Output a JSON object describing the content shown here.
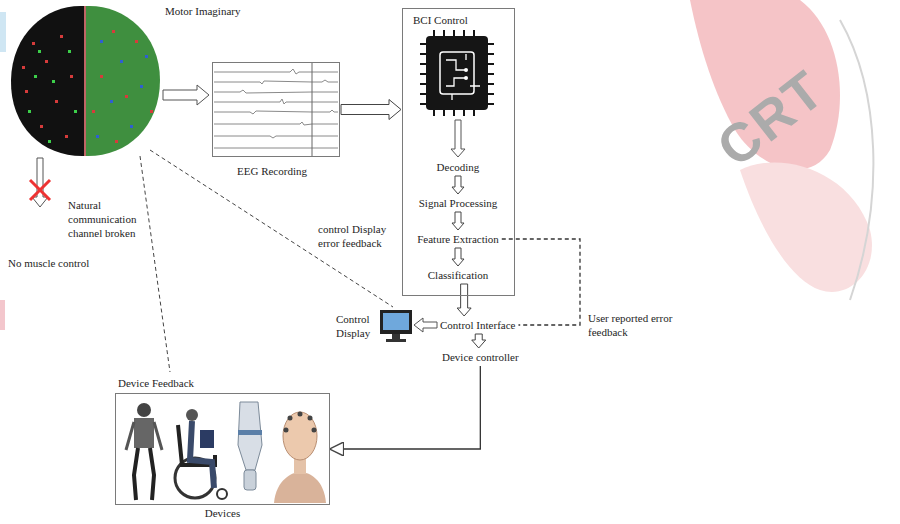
{
  "diagram": {
    "nodes": [
      {
        "text": [
          "EEG Recording"
        ]
      },
      {
        "text": [
          "BCI Control"
        ]
      },
      {
        "text": [
          "Decoding"
        ],
        "in": 1
      },
      {
        "text": [
          "Signal Processing"
        ],
        "in": 1
      },
      {
        "text": [
          "Feature Extraction"
        ],
        "in": 1
      },
      {
        "text": [
          "Classification"
        ],
        "in": 1
      },
      {
        "text": [
          "Control Interface"
        ]
      },
      {
        "text": [
          "Device controller"
        ]
      },
      {
        "text": [
          "Devices"
        ]
      }
    ],
    "edges": [
      {
        "from": 0,
        "to": 1,
        "arrow": "to"
      },
      {
        "from": 2,
        "to": 3,
        "arrow": "to"
      },
      {
        "from": 3,
        "to": 4,
        "arrow": "to"
      },
      {
        "from": 4,
        "to": 5,
        "arrow": "to"
      },
      {
        "from": 5,
        "to": 6,
        "arrow": "to"
      },
      {
        "from": 6,
        "to": 7,
        "arrow": "to"
      },
      {
        "from": 7,
        "to": 8,
        "arrow": "to"
      },
      {
        "from": 4,
        "to": 6,
        "label": "User reported error feedback",
        "arrow": "none"
      }
    ],
    "labels": [
      "Motor Imaginary",
      "Natural communication channel broken",
      "No muscle control",
      "control Display error feedback",
      "Control Display",
      "Device Feedback",
      "CRT"
    ]
  }
}
